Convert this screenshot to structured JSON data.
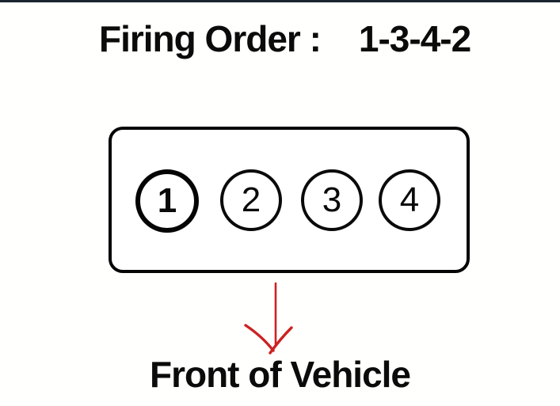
{
  "colors": {
    "background": "#ffffff",
    "top_edge_line": "#1b242e",
    "ink": "#0a0a0a",
    "arrow_red": "#cc2222"
  },
  "title": {
    "label": "Firing Order :",
    "value": "1-3-4-2"
  },
  "engine": {
    "cylinders": [
      {
        "number": "1",
        "emphasized": true
      },
      {
        "number": "2",
        "emphasized": false
      },
      {
        "number": "3",
        "emphasized": false
      },
      {
        "number": "4",
        "emphasized": false
      }
    ]
  },
  "arrow": {
    "direction": "down",
    "color": "#cc2222"
  },
  "footer": {
    "label": "Front of Vehicle"
  }
}
